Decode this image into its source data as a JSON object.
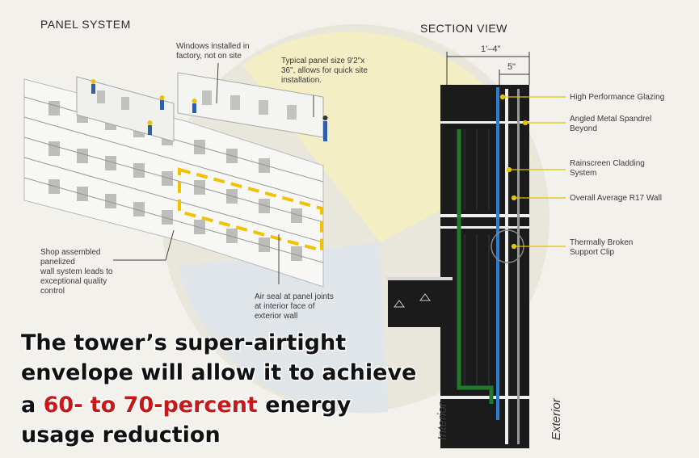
{
  "panel_system": {
    "title": "PANEL SYSTEM",
    "callouts": {
      "windows": [
        "Windows installed in",
        "factory, not on site"
      ],
      "panel_size": [
        "Typical panel size 9'2\"x",
        "36\", allows for quick site",
        "installation."
      ],
      "shop": [
        "Shop assembled",
        "panelized",
        "wall system leads to",
        "exceptional quality",
        "control"
      ],
      "air_seal": [
        "Air seal at panel joints",
        "at interior face of",
        "exterior wall"
      ]
    }
  },
  "section_view": {
    "title": "SECTION VIEW",
    "dim_overall": "1'–4\"",
    "dim_inner": "5\"",
    "callouts": {
      "glazing": [
        "High Performance Glazing"
      ],
      "spandrel": [
        "Angled Metal Spandrel",
        "Beyond"
      ],
      "rainscreen": [
        "Rainscreen Cladding",
        "System"
      ],
      "r17": [
        "Overall Average R17 Wall"
      ],
      "clip": [
        "Thermally Broken",
        "Support Clip"
      ]
    },
    "interior_label": "Interior",
    "exterior_label": "Exterior"
  },
  "headline": {
    "line1": "The tower’s super-airtight",
    "line2": "envelope will allow it to achieve",
    "line3_pre": "a ",
    "line3_highlight": "60- to 70-percent",
    "line3_post": " energy",
    "line4": "usage reduction"
  },
  "colors": {
    "highlight_red": "#c61a1a",
    "green_line": "#1f7a2a",
    "blue_line": "#2a7fd4",
    "yellow_dash": "#f2c200",
    "section_dark": "#1b1b1b"
  }
}
